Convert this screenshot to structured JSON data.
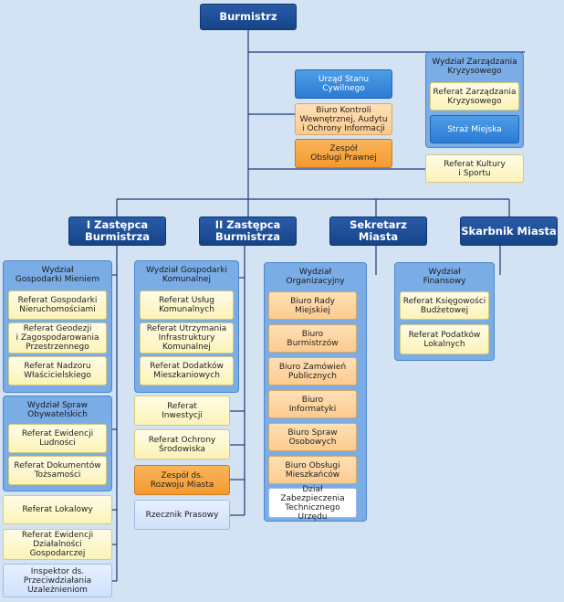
{
  "top": {
    "label": "Burmistrz"
  },
  "deputies": {
    "d1": "I Zastępca\nBurmistrza",
    "d2": "II Zastępca\nBurmistrza",
    "sec": "Sekretarz Miasta",
    "skarb": "Skarbnik Miasta"
  },
  "direct": {
    "usc": "Urząd Stanu\nCywilnego",
    "kontrola": "Biuro Kontroli\nWewnętrznej, Audytu\ni Ochrony Informacji",
    "prawna": "Zespół\nObsługi Prawnej",
    "kryzys_title": "Wydział Zarządzania\nKryzysowego",
    "kryzys_ref": "Referat Zarządzania\nKryzysowego",
    "straz": "Straż Miejska",
    "kultura": "Referat Kultury\ni Sportu"
  },
  "col1": {
    "mienie_title": "Wydział\nGospodarki Mieniem",
    "mienie_items": [
      "Referat Gospodarki\nNieruchomościami",
      "Referat Geodezji\ni Zagospodarowania\nPrzestrzennego",
      "Referat Nadzoru\nWłaścicielskiego"
    ],
    "spraw_title": "Wydział Spraw\nObywatelskich",
    "spraw_items": [
      "Referat Ewidencji\nLudności",
      "Referat Dokumentów\nTożsamości"
    ],
    "lokalowy": "Referat Lokalowy",
    "ewidencja": "Referat Ewidencji\nDziałalności\nGospodarczej",
    "inspektor": "Inspektor ds.\nPrzeciwdziałania\nUzależnieniom"
  },
  "col2": {
    "kom_title": "Wydział Gospodarki\nKomunalnej",
    "kom_items": [
      "Referat Usług\nKomunalnych",
      "Referat Utrzymania\nInfrastruktury\nKomunalnej",
      "Referat Dodatków\nMieszkaniowych"
    ],
    "inwestycji": "Referat\nInwestycji",
    "ochrony": "Referat Ochrony\nŚrodowiska",
    "rozwoju": "Zespół ds.\nRozwoju Miasta",
    "rzecznik": "Rzecznik Prasowy"
  },
  "col3": {
    "org_title": "Wydział\nOrganizacyjny",
    "org_items": [
      "Biuro Rady\nMiejskiej",
      "Biuro\nBurmistrzów",
      "Biuro Zamówień\nPublicznych",
      "Biuro\nInformatyki",
      "Biuro Spraw\nOsobowych",
      "Biuro Obsługi\nMieszkańców"
    ],
    "bhp": "Dział Zabezpieczenia\nTechnicznego\nUrzędu"
  },
  "col4": {
    "fin_title": "Wydział\nFinansowy",
    "fin_items": [
      "Referat Księgowości\nBudżetowej",
      "Referat Podatków\nLokalnych"
    ]
  }
}
